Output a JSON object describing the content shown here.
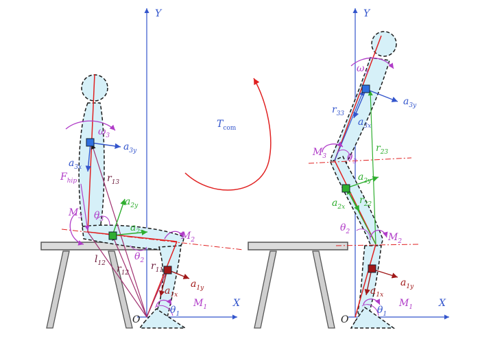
{
  "axes": {
    "y_left": "Y",
    "x_left": "X",
    "origin_left": "O",
    "y_right": "Y",
    "x_right": "X",
    "origin_right": "O"
  },
  "torque": {
    "main": "T",
    "sub": "com"
  },
  "left_labels": {
    "omega3": "ω",
    "omega3_sub": "3",
    "a3y3": "a",
    "a3y3_sub": "3y",
    "a3x3": "a",
    "a3x3_sub": "3x",
    "fhip": "F",
    "fhip_sub": "hip",
    "r13": "r",
    "r13_sub": "13",
    "m3": "M",
    "m3_sub": "3",
    "theta3": "θ",
    "theta3_sub": "3",
    "a2y2": "a",
    "a2y2_sub": "2y",
    "a2x2": "a",
    "a2x2_sub": "2x",
    "m2": "M",
    "m2_sub": "2",
    "theta2": "θ",
    "theta2_sub": "2",
    "r11": "r",
    "r11_sub": "11",
    "l12": "l",
    "l12_sub": "12",
    "r12": "r",
    "r12_sub": "12",
    "a1y1": "a",
    "a1y1_sub": "1y",
    "a1x1": "a",
    "a1x1_sub": "1x",
    "m1": "M",
    "m1_sub": "1",
    "theta1": "θ",
    "theta1_sub": "1"
  },
  "right_labels": {
    "omega3": "ω",
    "omega3_sub": "3",
    "a3y3": "a",
    "a3y3_sub": "3y",
    "r33": "r",
    "r33_sub": "33",
    "a3x3": "a",
    "a3x3_sub": "3x",
    "m3": "M",
    "m3_sub": "3",
    "theta3": "θ",
    "theta3_sub": "3",
    "r23": "r",
    "r23_sub": "23",
    "a2y2": "a",
    "a2y2_sub": "2y",
    "a2x2": "a",
    "a2x2_sub": "2x",
    "r22": "r",
    "r22_sub": "22",
    "theta2": "θ",
    "theta2_sub": "2",
    "m2": "M",
    "m2_sub": "2",
    "a1y1": "a",
    "a1y1_sub": "1y",
    "a1x1": "a",
    "a1x1_sub": "1x",
    "m1": "M",
    "m1_sub": "1",
    "theta1": "θ",
    "theta1_sub": "1"
  },
  "colors": {
    "axis": "#3355cc",
    "segment": "#1a1a1a",
    "body_fill": "#d6f0f8",
    "link": "#e02020",
    "moment": "#b03cc8",
    "trunk_mass": "#2f6fe0",
    "thigh_mass": "#2fae2f",
    "shank_mass": "#a01818",
    "chair": "#6e6e6e"
  }
}
